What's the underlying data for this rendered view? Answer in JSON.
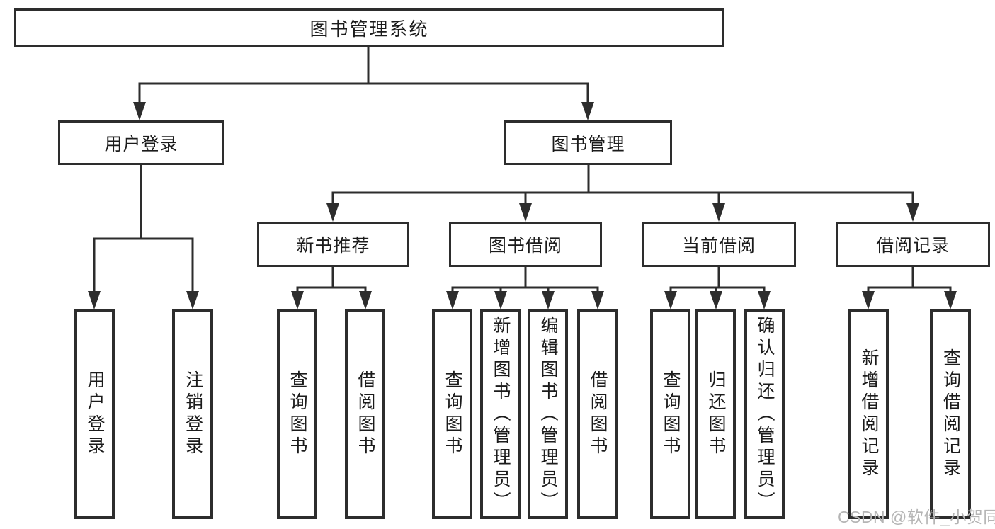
{
  "diagram": {
    "root": {
      "label": "图书管理系统"
    },
    "level2": [
      {
        "label": "用户登录"
      },
      {
        "label": "图书管理"
      }
    ],
    "level3": [
      {
        "label": "新书推荐",
        "parent": "图书管理"
      },
      {
        "label": "图书借阅",
        "parent": "图书管理"
      },
      {
        "label": "当前借阅",
        "parent": "图书管理"
      },
      {
        "label": "借阅记录",
        "parent": "图书管理"
      }
    ],
    "leaves": [
      {
        "label": "用户登录",
        "parent": "用户登录"
      },
      {
        "label": "注销登录",
        "parent": "用户登录"
      },
      {
        "label": "查询图书",
        "parent": "新书推荐"
      },
      {
        "label": "借阅图书",
        "parent": "新书推荐"
      },
      {
        "label": "查询图书",
        "parent": "图书借阅"
      },
      {
        "label": "新增图书（管理员）",
        "parent": "图书借阅"
      },
      {
        "label": "编辑图书（管理员）",
        "parent": "图书借阅"
      },
      {
        "label": "借阅图书",
        "parent": "图书借阅"
      },
      {
        "label": "查询图书",
        "parent": "当前借阅"
      },
      {
        "label": "归还图书",
        "parent": "当前借阅"
      },
      {
        "label": "确认归还（管理员）",
        "parent": "当前借阅"
      },
      {
        "label": "新增借阅记录",
        "parent": "借阅记录"
      },
      {
        "label": "查询借阅记录",
        "parent": "借阅记录"
      }
    ],
    "watermark": "CSDN @软件_小贺同学"
  },
  "colors": {
    "line": "#2d2d2d",
    "text": "#1b1b1b",
    "background": "#ffffff",
    "watermark": "#b5b5b5"
  }
}
